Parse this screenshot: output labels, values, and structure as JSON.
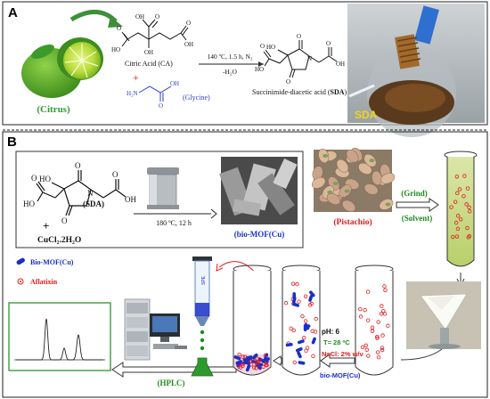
{
  "panel_a": {
    "label": "A",
    "citrus": "(Citrus)",
    "citric_acid": "Citric Acid (CA)",
    "glycine": "(Glycine)",
    "plus": "+",
    "condition_top": "140 ºC, 1.5 h, N₂",
    "condition_bottom": "-H₂O",
    "product": "Succinimide-diacetic acid (",
    "product_abbr": "SDA",
    "product_end": ")",
    "photo_label": "SDA",
    "atoms": {
      "oh": "OH",
      "o": "O",
      "ho": "HO",
      "h2n": "H₂N",
      "n": "N",
      "oh2": "OH",
      "o2": "O"
    }
  },
  "panel_b": {
    "label": "B",
    "sda": "(SDA)",
    "plus": "+",
    "cucl2": "CuCl₂.2H₂O",
    "condition": "180 ºC, 12 h",
    "mof": "(bio-MOF(Cu)",
    "pistachio": "(Pistachio)",
    "grind": "(Grind)",
    "solvent": "(Solvent)",
    "legend_mof": "Bio-MOF(Cu)",
    "legend_aflatoxin": "Aflatixin",
    "hplc": "(HPLC)",
    "ph": "pH: 6",
    "temp": "T= 28 ºC",
    "nacl": "NaCl: 2% w/v",
    "bio_mof_add": "bio-MOF(Cu)",
    "atoms": {
      "ho": "HO",
      "o": "O",
      "n": "N",
      "oh": "OH"
    }
  },
  "colors": {
    "arrow_green": "#3f8f3a",
    "citrus_green": "#2e9a2e",
    "glycine_blue": "#2a3fd0",
    "mof_blue": "#1a2fc8",
    "red": "#e31a1a",
    "hplc_green": "#1f8a1f",
    "sda_yellow": "#f2d21a"
  }
}
